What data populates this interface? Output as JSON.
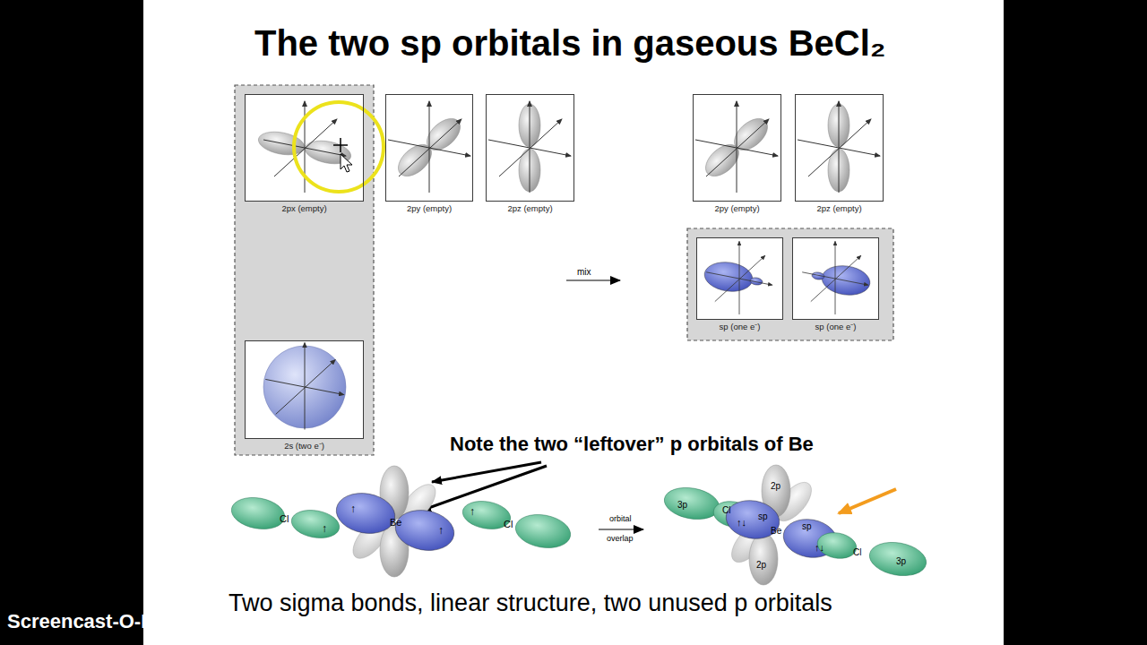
{
  "diagram": {
    "title": "The two sp orbitals in gaseous BeCl₂",
    "caption": "Two sigma bonds, linear structure, two unused p orbitals",
    "nodes": [
      {
        "text": [
          "2px (empty)"
        ]
      },
      {
        "text": [
          "2py (empty)"
        ]
      },
      {
        "text": [
          "2pz (empty)"
        ]
      },
      {
        "text": [
          "2py (empty)"
        ]
      },
      {
        "text": [
          "2pz (empty)"
        ]
      },
      {
        "text": [
          "sp (one e⁻)"
        ]
      },
      {
        "text": [
          "sp (one e⁻)"
        ]
      },
      {
        "text": [
          "2s (two e⁻)"
        ]
      }
    ],
    "labels": [
      "mix",
      "Note the two “leftover” p orbitals of Be",
      "Cl",
      "↑",
      "↑",
      "Be",
      "↑",
      "↑",
      "Cl",
      "orbital",
      "overlap",
      "3p",
      "Cl",
      "↑↓",
      "sp",
      "2p",
      "Be",
      "sp",
      "↑↓",
      "2p",
      "Cl",
      "3p",
      "Screencast-O-Matic.com"
    ]
  }
}
